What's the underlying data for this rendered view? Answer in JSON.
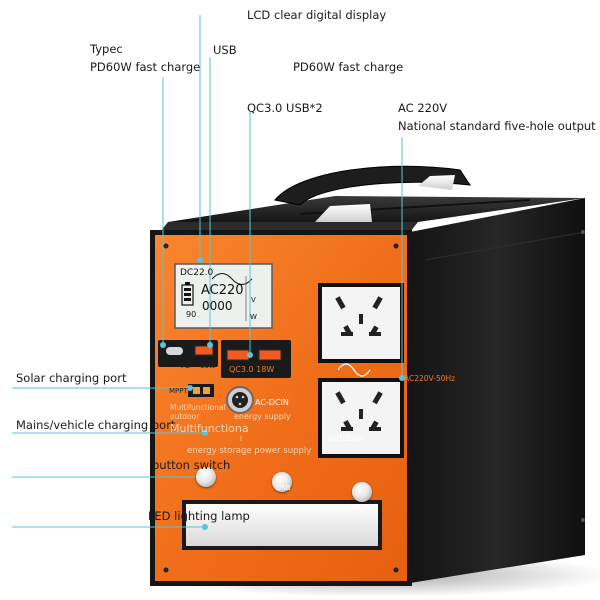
{
  "callouts": {
    "lcd_display": "LCD clear digital display",
    "typec_line1": "Typec",
    "typec_line2": "PD60W fast charge",
    "usb": "USB",
    "pd60w": "PD60W fast charge",
    "qc30": "QC3.0 USB*2",
    "ac220_line1": "AC 220V",
    "ac220_line2": "National standard five-hole output",
    "solar": "Solar charging port",
    "mains": "Mains/vehicle charging port",
    "button_switch": "button switch",
    "led_lamp": "LED lighting lamp"
  },
  "lcd": {
    "dc": "DC22.0",
    "ac": "AC220",
    "value": "0000",
    "battery": "90",
    "unit_v": "V",
    "unit_w": "W"
  },
  "panel": {
    "pd_label": "PD",
    "w60_label": "60W",
    "qc_label": "QC3.0 18W",
    "mppt_label": "MPPT",
    "acdcin_label": "AC-DCIN",
    "multi1": "Multifunctional",
    "multi2": "outdoor",
    "energy_supply": "energy supply",
    "multi_big": "Multifunctiona",
    "sep_mark": "l",
    "storage": "energy storage power supply",
    "outdoor": "outdoor",
    "ac_rating": "AC220V-50Hz",
    "usb_btn": "USB",
    "ac_btn": "AC"
  },
  "colors": {
    "accent_orange": "#f4731f",
    "body_black": "#1c1c1c",
    "callout_line": "#56c6d8"
  }
}
